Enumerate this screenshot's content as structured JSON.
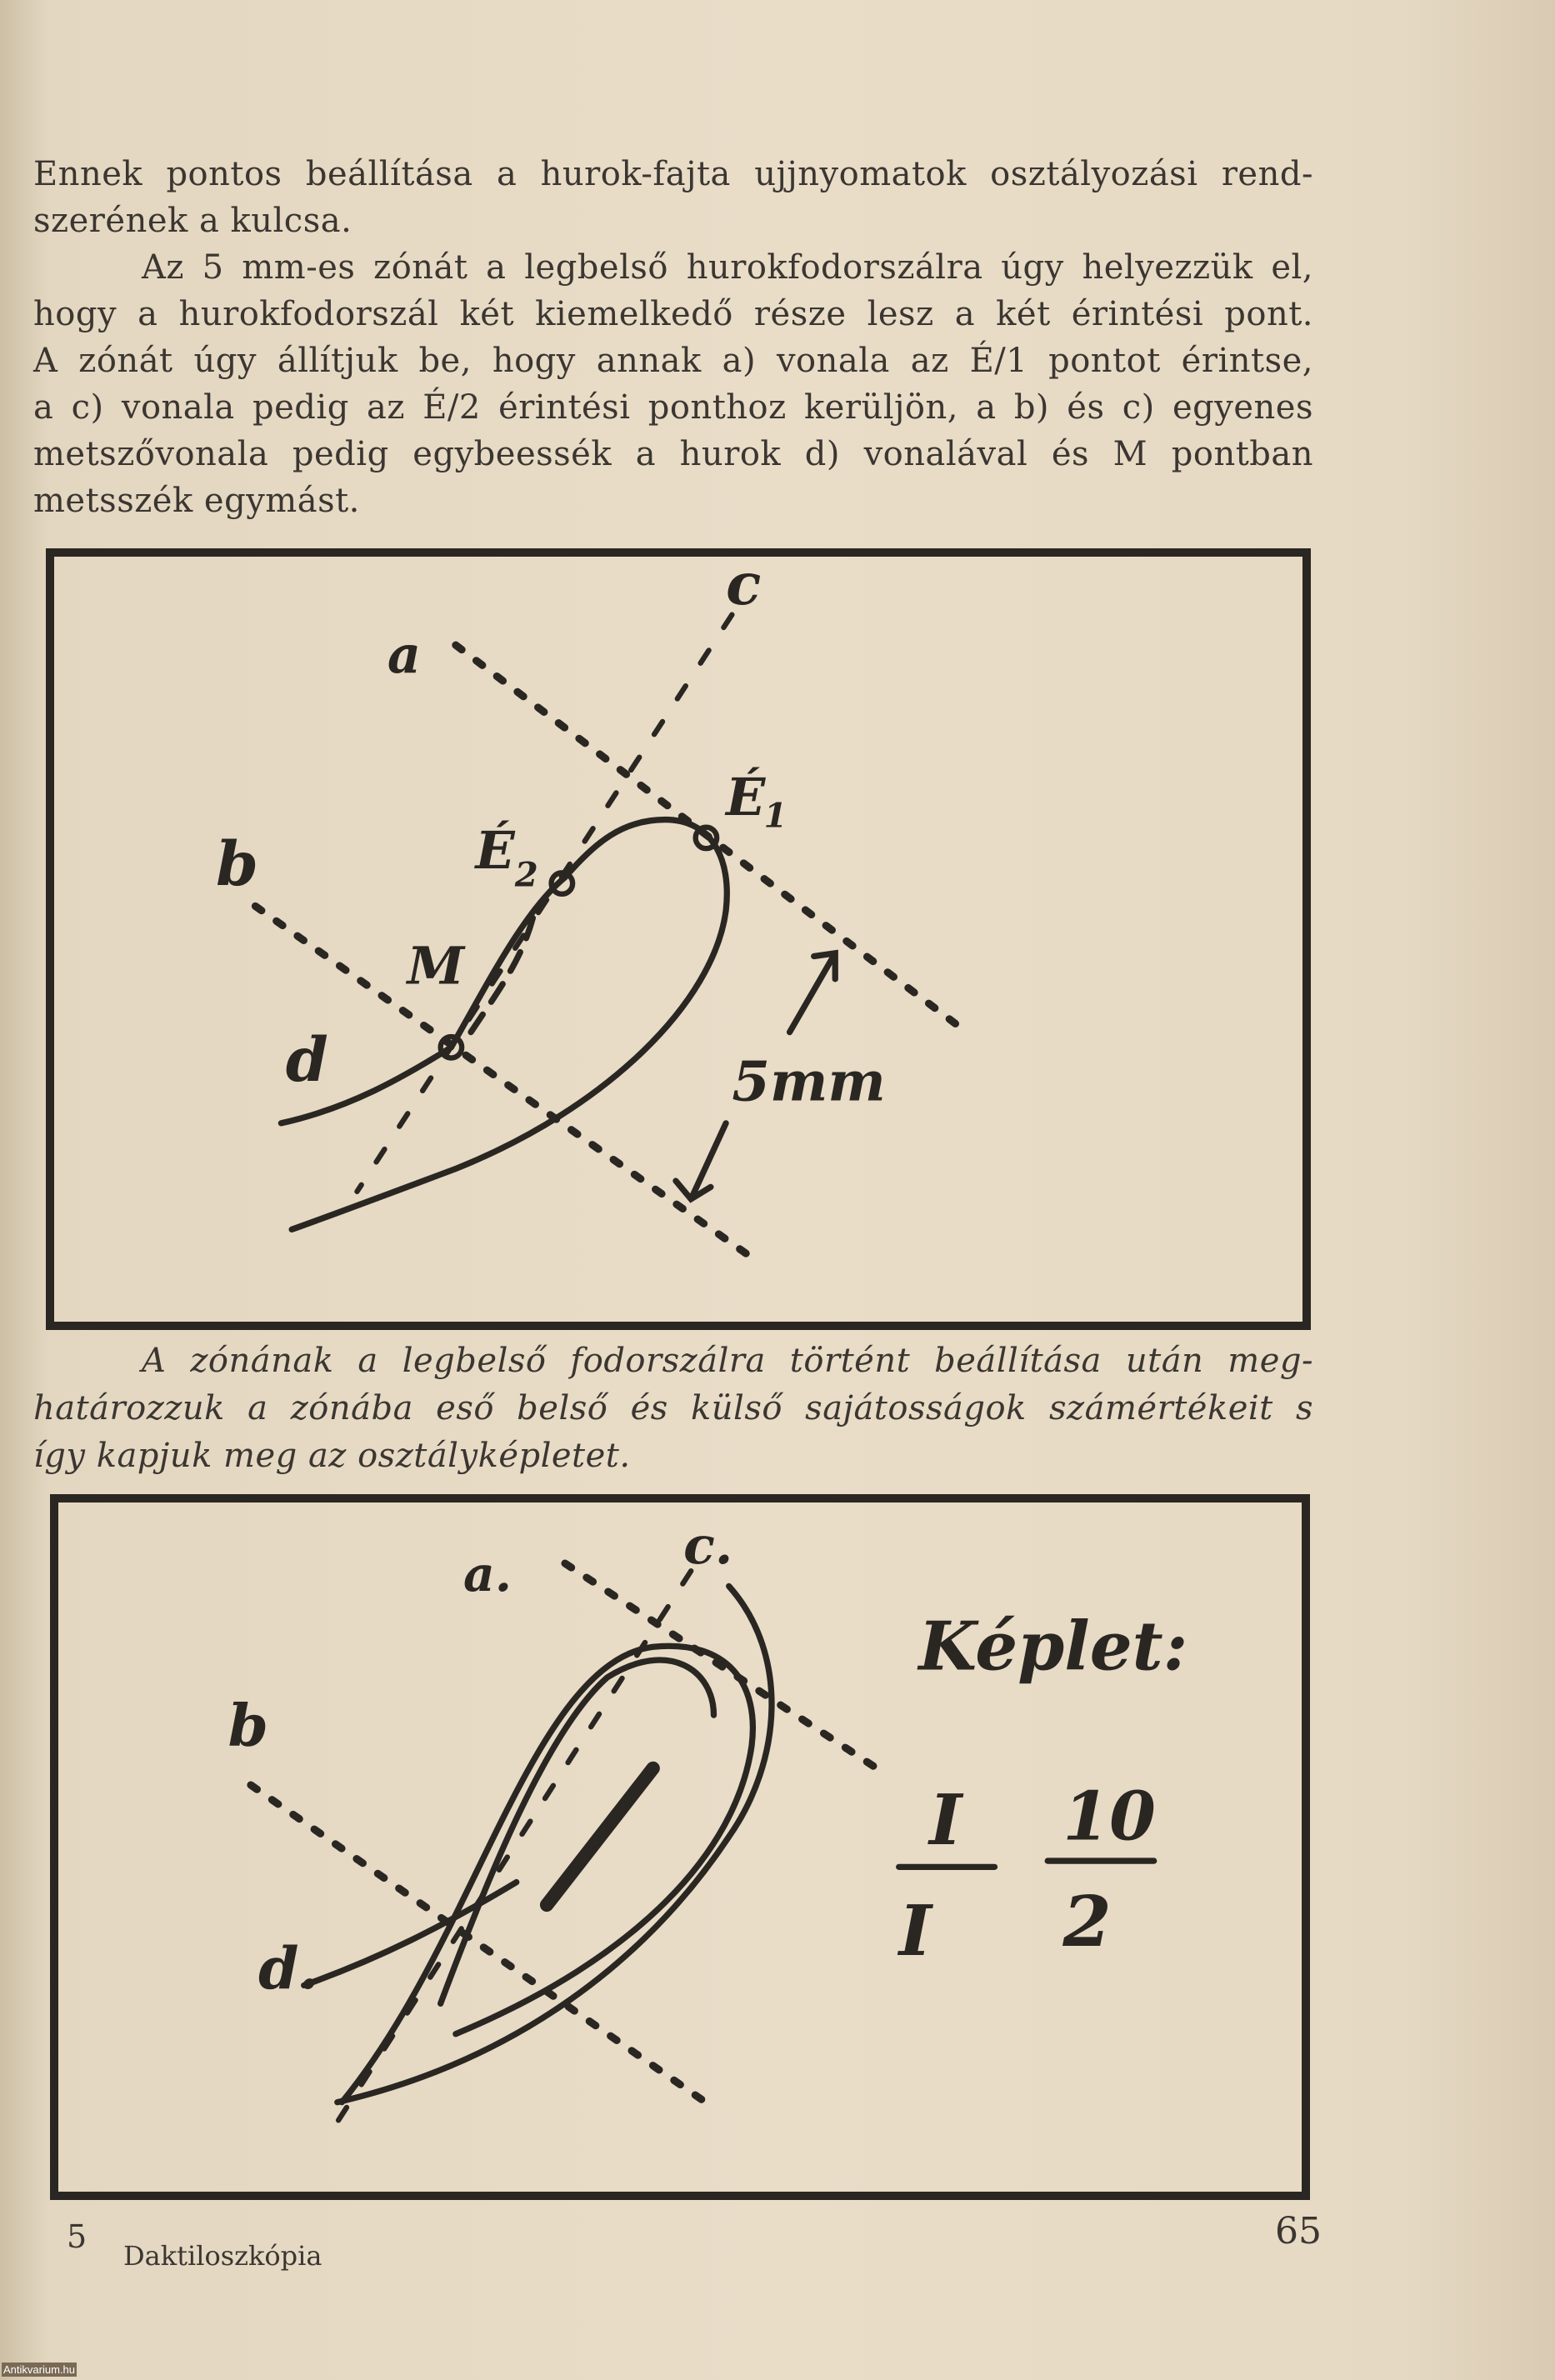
{
  "body_text": {
    "lines": [
      "Ennek pontos beállítása a hurok-fajta ujjnyomatok osztályozási rend-",
      "szerének a kulcsa.",
      "Az 5 mm-es zónát a legbelső hurokfodorszálra úgy helyezzük el,",
      "hogy a hurokfodorszál két kiemelkedő része lesz a két érintési pont.",
      "A zónát úgy állítjuk be, hogy annak a) vonala az É/1 pontot érintse,",
      "a c) vonala pedig az É/2 érintési ponthoz kerüljön, a b) és c) egyenes",
      "metszővonala pedig egybeessék a hurok d) vonalával és M pontban",
      "metsszék egymást."
    ]
  },
  "figure1": {
    "a": "a",
    "c": "c",
    "b": "b",
    "d": "d",
    "e1": "É",
    "e1_sub": "1",
    "e2": "É",
    "e2_sub": "2",
    "m": "M",
    "measure": "5mm"
  },
  "caption": {
    "lines": [
      "A zónának a legbelső fodorszálra történt beállítása után meg-",
      "határozzuk a zónába eső belső és külső sajátosságok számértékeit s",
      "így kapjuk meg az osztályképletet."
    ]
  },
  "figure2": {
    "a": "a.",
    "c": "c.",
    "b": "b",
    "d": "d.",
    "formula_label": "Képlet:",
    "num1": "I",
    "den1": "I",
    "num2": "10",
    "den2": "2"
  },
  "footer": {
    "signature": "5",
    "book_title": "Daktiloszkópia",
    "page_number": "65"
  },
  "watermark": "Antikvarium.hu"
}
